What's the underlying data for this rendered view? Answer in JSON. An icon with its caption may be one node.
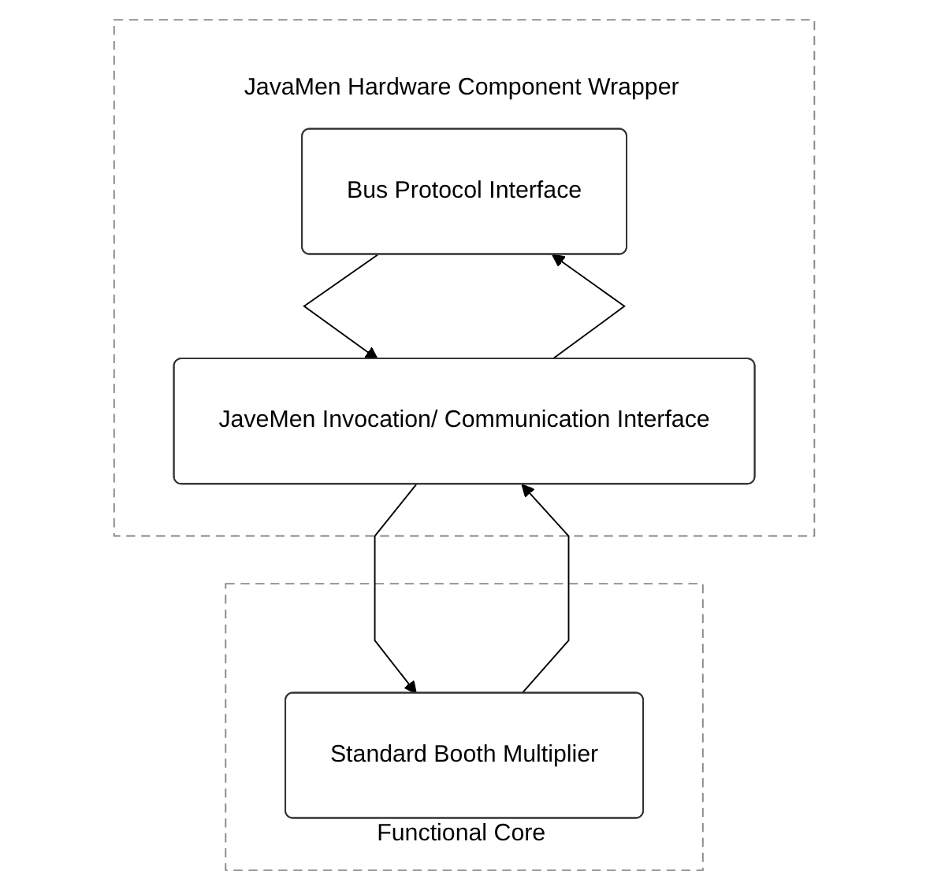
{
  "diagram": {
    "nodes": [
      {
        "text": [
          "JavaMen Hardware Component Wrapper"
        ]
      },
      {
        "text": [
          "Bus Protocol Interface"
        ],
        "in": 0
      },
      {
        "text": [
          "JaveMen Invocation/ Communication Interface"
        ],
        "in": 0
      },
      {
        "text": [
          "Functional Core"
        ]
      },
      {
        "text": [
          "Standard Booth Multiplier"
        ],
        "in": 3
      }
    ],
    "edges": [
      {
        "from": 1,
        "to": 2,
        "arrow": "to"
      },
      {
        "from": 2,
        "to": 1,
        "arrow": "to"
      },
      {
        "from": 2,
        "to": 4,
        "arrow": "to"
      },
      {
        "from": 4,
        "to": 2,
        "arrow": "to"
      }
    ]
  }
}
